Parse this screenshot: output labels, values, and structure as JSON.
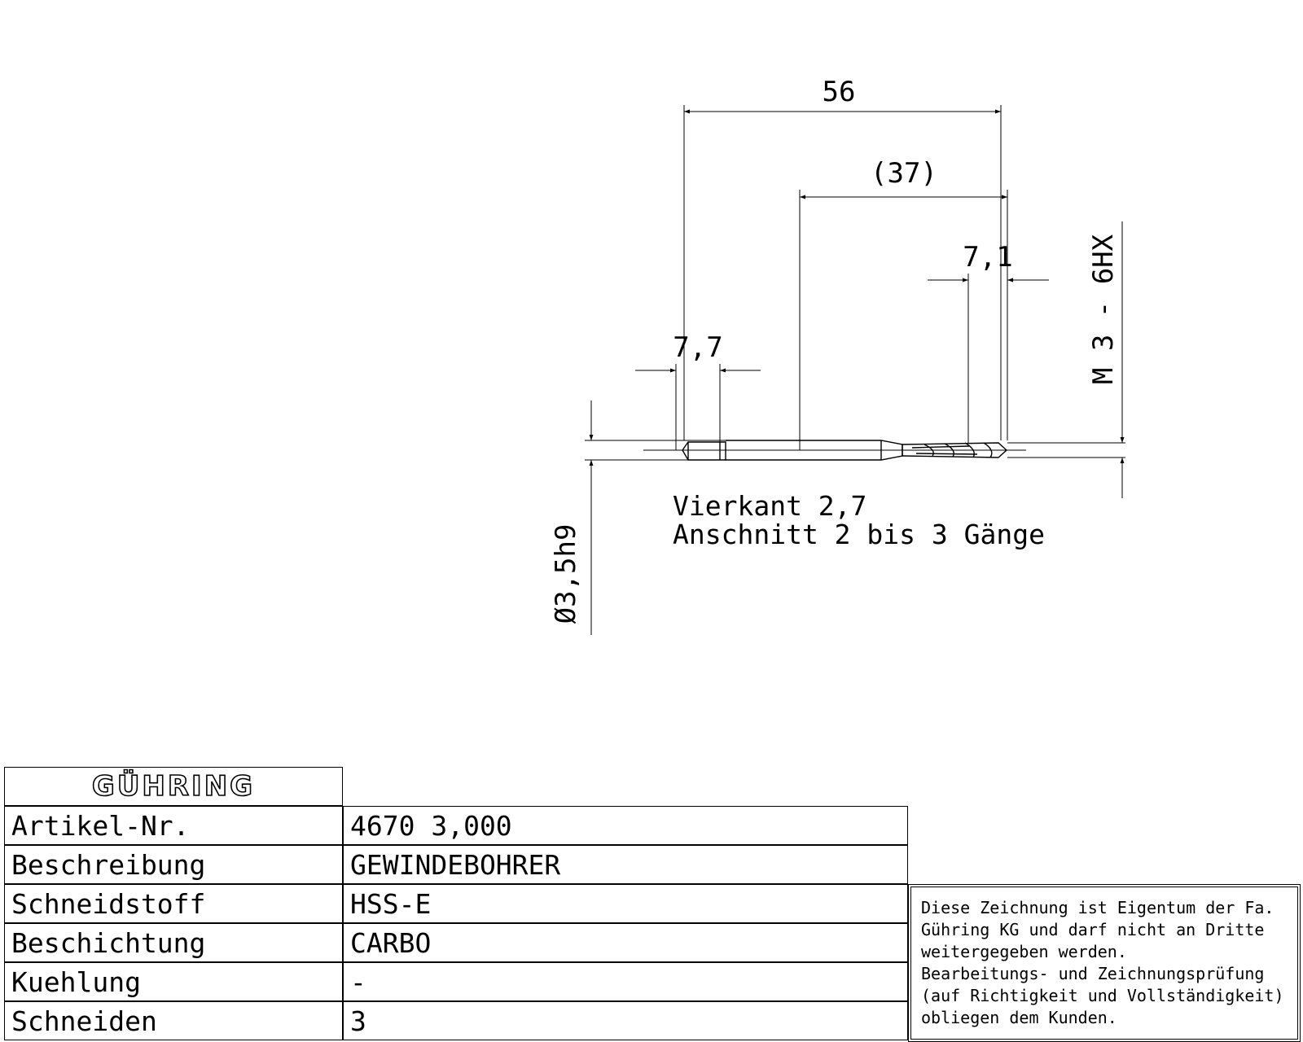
{
  "drawing": {
    "dimensions": {
      "overall_length": "56",
      "thread_length": "(37)",
      "chamfer_length": "7,1",
      "square_length": "7,7",
      "thread_size": "M 3 - 6HX",
      "shank_diameter": "Ø3,5h9"
    },
    "notes": {
      "line1": "Vierkant 2,7",
      "line2": "Anschnitt 2 bis 3 Gänge"
    }
  },
  "title_block": {
    "logo": "GÜHRING",
    "rows": [
      {
        "label": "Artikel-Nr.",
        "value": "4670 3,000"
      },
      {
        "label": "Beschreibung",
        "value": "GEWINDEBOHRER"
      },
      {
        "label": "Schneidstoff",
        "value": "HSS-E"
      },
      {
        "label": "Beschichtung",
        "value": "CARBO"
      },
      {
        "label": "Kuehlung",
        "value": "-"
      },
      {
        "label": "Schneiden",
        "value": "3"
      }
    ]
  },
  "notice": {
    "lines": [
      "Diese Zeichnung ist Eigentum der Fa.",
      "Gühring KG und darf nicht an Dritte",
      "weitergegeben werden.",
      "Bearbeitungs- und Zeichnungsprüfung",
      "(auf Richtigkeit und Vollständigkeit)",
      "obliegen dem Kunden."
    ]
  }
}
